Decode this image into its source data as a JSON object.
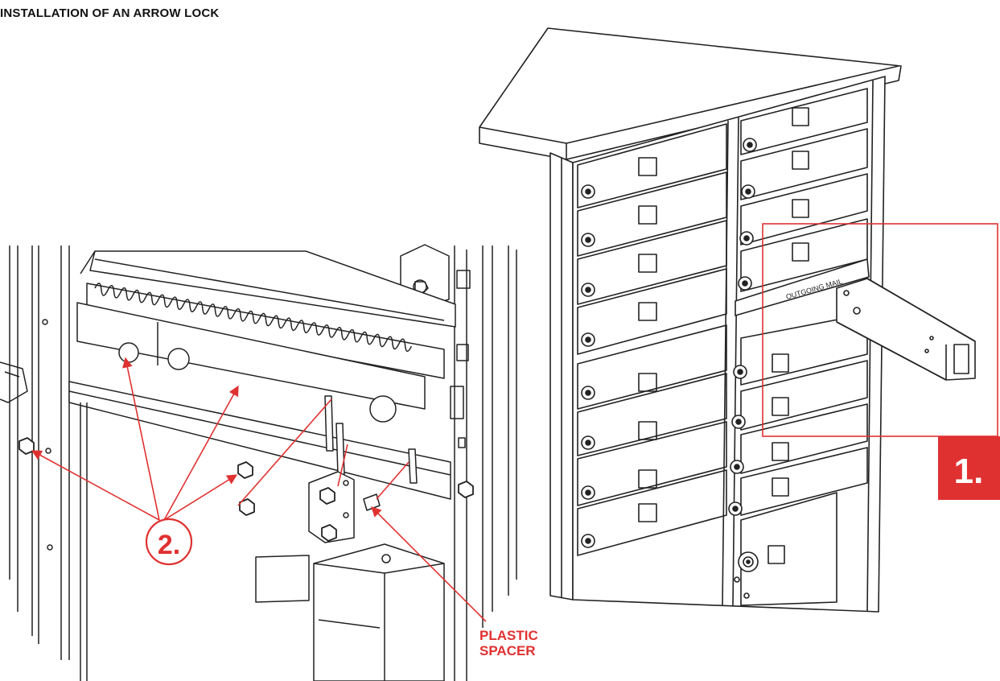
{
  "title": "INSTALLATION OF AN ARROW LOCK",
  "steps": {
    "step1": "1.",
    "step2": "2."
  },
  "callouts": {
    "spacer_line1": "PLASTIC",
    "spacer_line2": "SPACER"
  },
  "door_label": "OUTGOING MAIL",
  "colors": {
    "accent": "#e03131",
    "ink": "#222222",
    "paper": "#ffffff"
  }
}
